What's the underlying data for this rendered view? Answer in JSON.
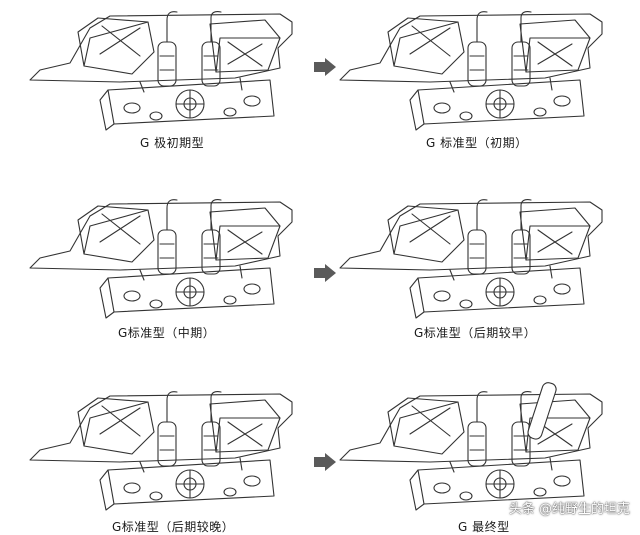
{
  "panels": [
    {
      "label": "G 极初期型"
    },
    {
      "label": "G 标准型（初期）"
    },
    {
      "label": "G标准型（中期）"
    },
    {
      "label": "G标准型（后期较早）"
    },
    {
      "label": "G标准型（后期较晚）"
    },
    {
      "label": "G 最终型"
    }
  ],
  "watermark": "头条 @纯野生的坦克",
  "colors": {
    "line": "#333333",
    "arrow": "#5a5a5a"
  }
}
